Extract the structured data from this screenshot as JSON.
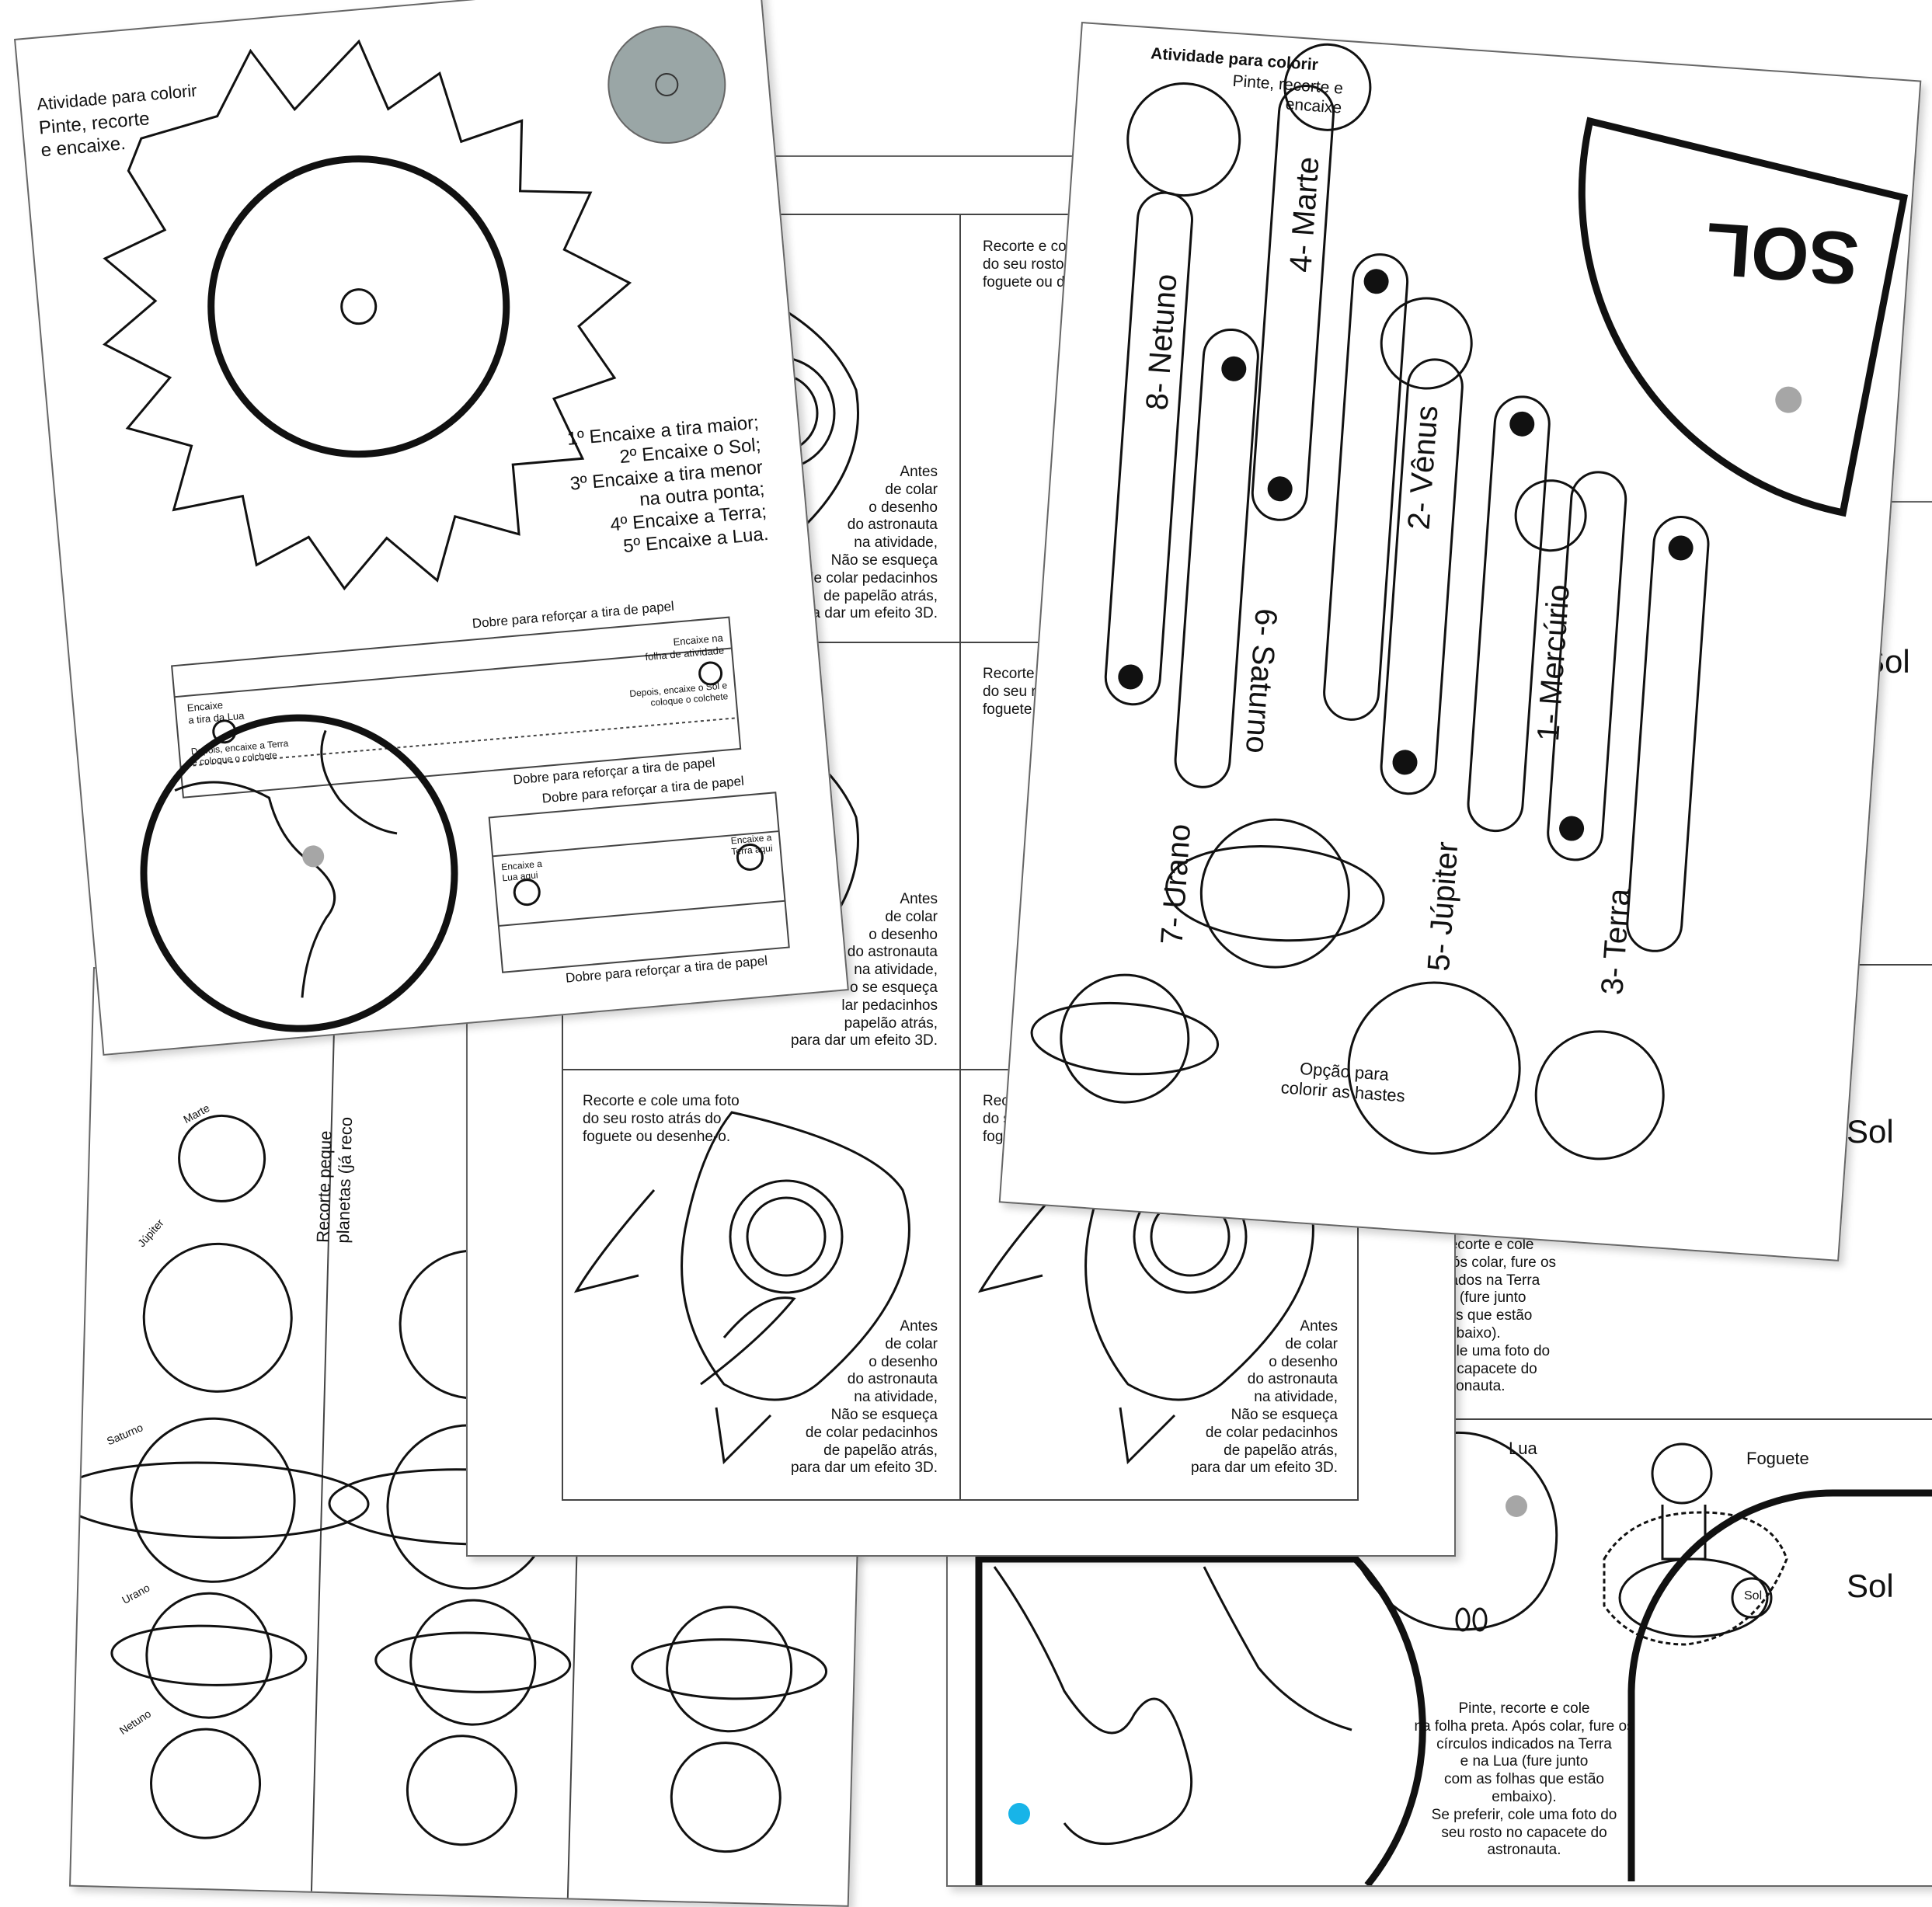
{
  "sheet_sun": {
    "title": "Atividade para colorir",
    "subtitle": "Pinte, recorte\ne encaixe.",
    "instructions": "1º Encaixe a tira maior;\n2º Encaixe o Sol;\n3º Encaixe a tira menor\nna outra ponta;\n4º Encaixe a Terra;\n5º Encaixe a Lua.",
    "fold_label": "Dobre para reforçar a tira de papel",
    "strip1_left": "Encaixe\na tira da Lua",
    "strip1_left_note": "Depois, encaixe a Terra\ne coloque o colchete",
    "strip1_right": "Encaixe na\nfolha de atividade",
    "strip1_right_note": "Depois, encaixe o Sol e\ncoloque o colchete",
    "strip2_left": "Encaixe a\nLua aqui",
    "strip2_right": "Encaixe a\nTerra aqui"
  },
  "sheet_rocket": {
    "photo_text": "Recorte e cole uma foto\ndo seu rosto atrás do\nfoguete ou desenhe-o.",
    "photo_text_cut": "Recorte e col\ndo seu rosto a\nfoguete ou de",
    "photo_text_cut2": "Recorte e\ndo seu ro\nfoguete o",
    "photo_text_cut3": "Reco\ndo s\nfogu",
    "note_text": "Antes\nde colar\no desenho\ndo astronauta\nna atividade,\nNão se esqueça\nde colar pedacinhos\nde papelão atrás,\npara dar um efeito 3D.",
    "note_text_cut": "Antes\nde colar\no desenho\ndo astronauta\nna atividade,\no se esqueça\nlar pedacinhos\npapelão atrás,\npara dar um efeito 3D."
  },
  "sheet_planets": {
    "title": "Atividade para colorir",
    "subtitle": "Pinte, recorte e\nencaixe",
    "sol_label": "SOL",
    "labels": [
      "8- Netuno",
      "4- Marte",
      "2- Vênus",
      "1- Mercúrio",
      "6- Saturno",
      "7- Urano",
      "5- Júpiter",
      "3- Terra"
    ],
    "option_text": "Opção para\ncolorir as hastes"
  },
  "sheet_small_planets": {
    "labels": [
      "Marte",
      "Júpiter",
      "Saturno",
      "Urano",
      "Netuno"
    ],
    "cut_text": "Recorte peque\nplanetas (já reco"
  },
  "sheet_earth_moon": {
    "sol_label": "Sol",
    "lua_label": "Lua",
    "foguete_label": "Foguete",
    "rocket_sol": "Sol",
    "instructions": "Pinte, recorte e cole\nna folha preta. Após colar, fure os\ncírculos indicados na Terra\ne na Lua (fure junto\ncom as folhas que estão\nembaixo).\nSe preferir, cole uma foto do\nseu rosto no capacete do\nastronauta.",
    "instructions_cut": "Pinte, recorte e cole\na preta. Após colar, fure os\nlos indicados na Terra\nna Lua (fure junto\nas folhas que estão\nembaixo).\npreferir, cole uma foto do\nrosto no capacete do\nastronauta."
  },
  "colors": {
    "gray_dot": "#a6a6a6",
    "cyan_dot": "#18b4e8",
    "moon": "#9aa6a6"
  }
}
